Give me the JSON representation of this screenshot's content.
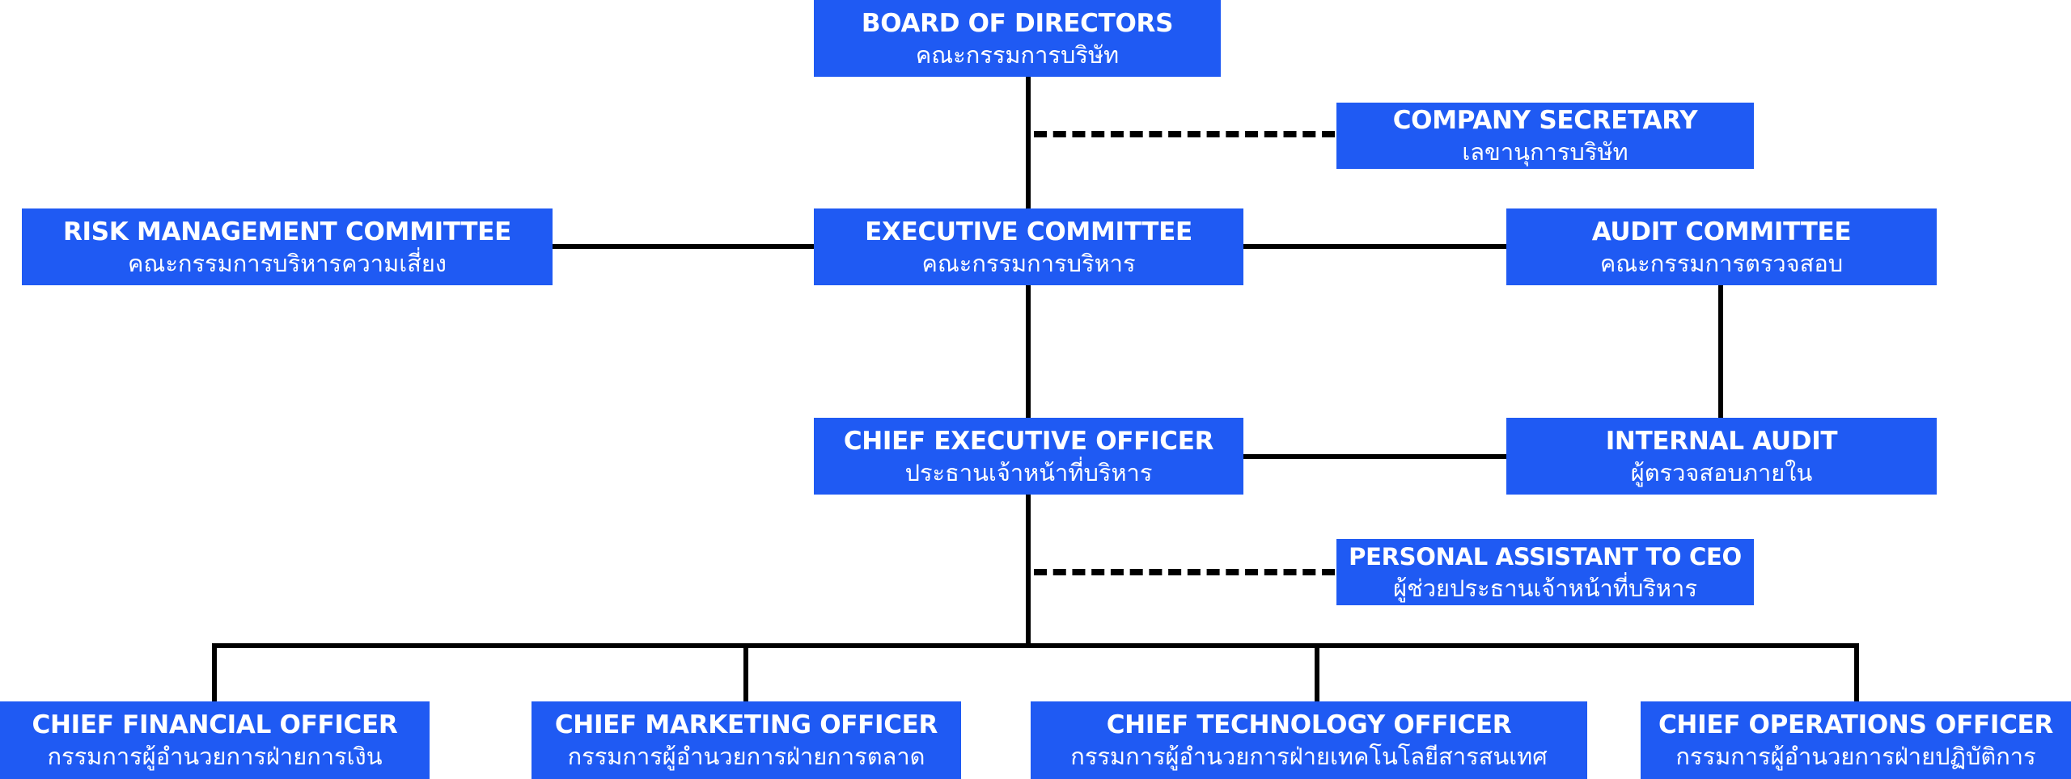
{
  "org_chart": {
    "board": {
      "en": "BOARD OF DIRECTORS",
      "th": "คณะกรรมการบริษัท"
    },
    "company_secretary": {
      "en": "COMPANY SECRETARY",
      "th": "เลขานุการบริษัท"
    },
    "risk_committee": {
      "en": "RISK MANAGEMENT COMMITTEE",
      "th": "คณะกรรมการบริหารความเสี่ยง"
    },
    "executive_committee": {
      "en": "EXECUTIVE COMMITTEE",
      "th": "คณะกรรมการบริหาร"
    },
    "audit_committee": {
      "en": "AUDIT COMMITTEE",
      "th": "คณะกรรมการตรวจสอบ"
    },
    "ceo": {
      "en": "CHIEF EXECUTIVE OFFICER",
      "th": "ประธานเจ้าหน้าที่บริหาร"
    },
    "internal_audit": {
      "en": "INTERNAL AUDIT",
      "th": "ผู้ตรวจสอบภายใน"
    },
    "personal_assistant": {
      "en": "PERSONAL ASSISTANT TO CEO",
      "th": "ผู้ช่วยประธานเจ้าหน้าที่บริหาร"
    },
    "cfo": {
      "en": "CHIEF FINANCIAL OFFICER",
      "th": "กรรมการผู้อำนวยการฝ่ายการเงิน"
    },
    "cmo": {
      "en": "CHIEF MARKETING OFFICER",
      "th": "กรรมการผู้อำนวยการฝ่ายการตลาด"
    },
    "cto": {
      "en": "CHIEF TECHNOLOGY OFFICER",
      "th": "กรรมการผู้อำนวยการฝ่ายเทคโนโลยีสารสนเทศ"
    },
    "coo": {
      "en": "CHIEF OPERATIONS OFFICER",
      "th": "กรรมการผู้อำนวยการฝ่ายปฏิบัติการ"
    }
  },
  "colors": {
    "box_fill": "#1f5af3",
    "box_text": "#ffffff",
    "connector": "#000000",
    "background": "#ffffff"
  }
}
